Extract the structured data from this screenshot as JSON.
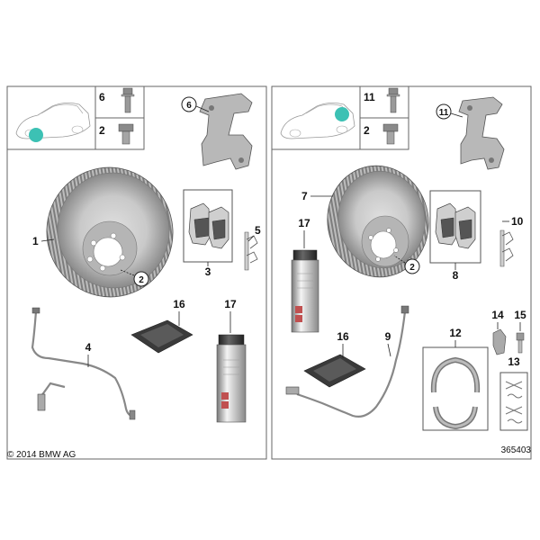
{
  "copyright": "© 2014 BMW AG",
  "diagram_id": "365403",
  "colors": {
    "marker": "#3cc1b4",
    "frame": "#555555",
    "part_gray": "#9a9a9a",
    "pad_dark": "#555555"
  },
  "front": {
    "labels": {
      "disc": "1",
      "bolt_small": "2",
      "pad_set": "3",
      "wear_sensor": "4",
      "clip_set": "5",
      "caliper_carrier": "6",
      "bolt_carrier": "6",
      "bolt_small_row": "2",
      "paste_sachet": "16",
      "spray_can": "17"
    }
  },
  "rear": {
    "labels": {
      "disc": "7",
      "bolt_small": "2",
      "pad_set": "8",
      "wear_sensor": "9",
      "clip_set": "10",
      "caliper_carrier": "11",
      "bolt_carrier": "11",
      "bolt_small_row": "2",
      "brake_shoes": "12",
      "spring_set": "13",
      "lever": "14",
      "adjuster": "15",
      "paste_sachet": "16",
      "spray_can": "17"
    }
  }
}
